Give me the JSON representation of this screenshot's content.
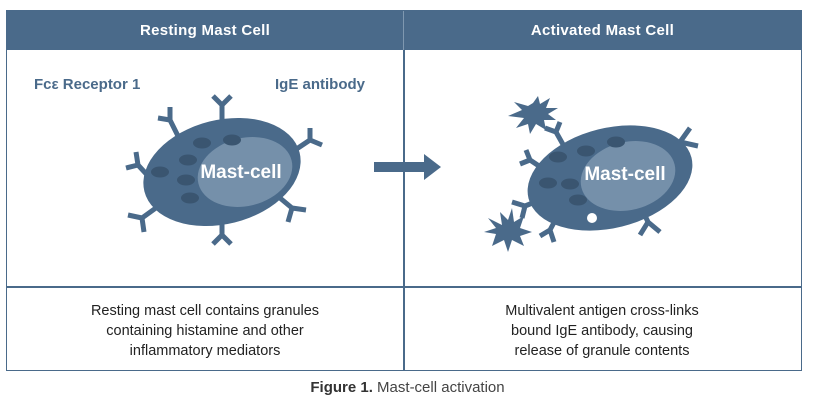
{
  "headers": {
    "left": "Resting Mast Cell",
    "right": "Activated Mast Cell"
  },
  "labels": {
    "receptor": "Fcε Receptor 1",
    "antibody": "IgE antibody",
    "cell_left": "Mast-cell",
    "cell_right": "Mast-cell"
  },
  "captions": {
    "left": [
      "Resting mast cell contains granules",
      "containing histamine and other",
      "inflammatory mediators"
    ],
    "right": [
      "Multivalent antigen cross-links",
      "bound IgE antibody, causing",
      "release of granule contents"
    ]
  },
  "figure_caption": {
    "prefix": "Figure 1.",
    "text": " Mast-cell activation"
  },
  "colors": {
    "primary": "#4a6a8a",
    "nucleus": "#7590aa",
    "granule": "#3a5570"
  }
}
